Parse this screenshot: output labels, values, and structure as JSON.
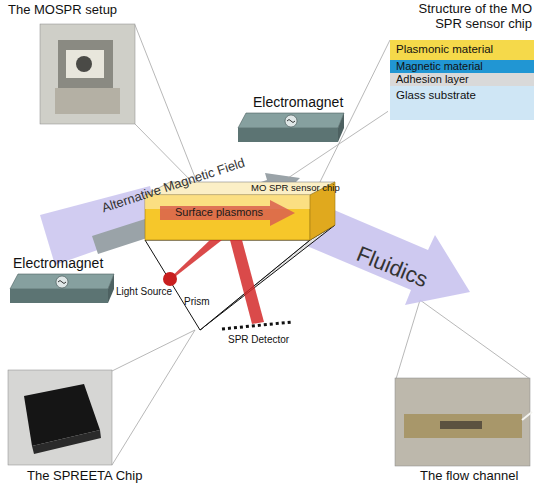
{
  "diagram": {
    "nodes": [
      {
        "text": [
          "The MOSPR setup"
        ]
      },
      {
        "text": [
          "Structure of the MO SPR sensor chip"
        ]
      },
      {
        "text": [
          "Plasmonic material"
        ],
        "in": 1
      },
      {
        "text": [
          "Magnetic material"
        ],
        "in": 1
      },
      {
        "text": [
          "Adhesion layer"
        ],
        "in": 1
      },
      {
        "text": [
          "Glass substrate"
        ],
        "in": 1
      },
      {
        "text": [
          "Electromagnet"
        ]
      },
      {
        "text": [
          "Electromagnet"
        ]
      },
      {
        "text": [
          "MO SPR sensor chip",
          "Surface plasmons"
        ]
      },
      {
        "text": [
          "The SPREETA Chip"
        ]
      },
      {
        "text": [
          "The flow channel"
        ]
      }
    ],
    "edges": [
      {
        "from": 1,
        "to": 8,
        "arrow": "none"
      }
    ],
    "labels": [
      "Alternative Magnetic Field",
      "Fluidics",
      "Light Source",
      "Prism",
      "SPR Detector"
    ]
  }
}
